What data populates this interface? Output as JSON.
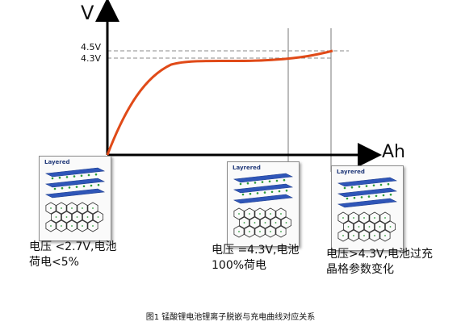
{
  "axes": {
    "y_label": "V",
    "x_label": "Ah",
    "ref_high": "4.5V",
    "ref_low": "4.3V"
  },
  "states": [
    {
      "image_title": "Layered",
      "desc_line1": "电压 <2.7V,电池",
      "desc_line2": "荷电<5%"
    },
    {
      "image_title": "Layrered",
      "desc_line1": "电压 =4.3V,电池",
      "desc_line2": "100%荷电"
    },
    {
      "image_title": "Layrered",
      "desc_line1": "电压>4.3V,电池过充",
      "desc_line2": "晶格参数变化"
    }
  ],
  "caption": "图1  锰酸锂电池锂离子脱嵌与充电曲线对应关系",
  "colors": {
    "curve": "#e04a18",
    "layer_blue": "#2f56b8",
    "ion_green": "#2e9c3a",
    "axis": "#000000",
    "dashed": "#8a8a8a"
  }
}
